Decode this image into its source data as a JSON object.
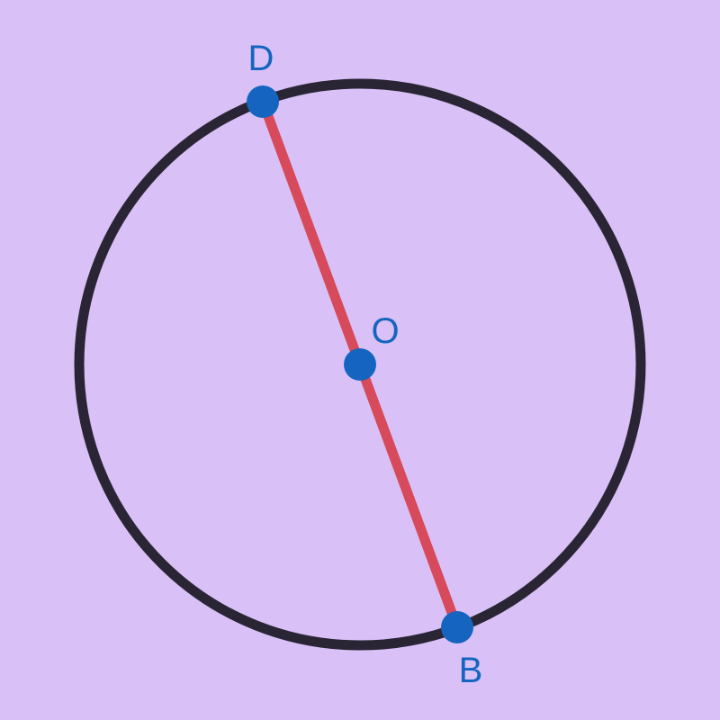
{
  "diagram": {
    "colors": {
      "background": "#d9c1f7",
      "circle_stroke": "#2a2535",
      "diameter_stroke": "#d64a5b",
      "point_fill": "#1565c0",
      "label_fill": "#1565c0"
    },
    "points": {
      "D": {
        "label": "D"
      },
      "O": {
        "label": "O"
      },
      "B": {
        "label": "B"
      }
    },
    "segments": [
      {
        "from": "D",
        "to": "B",
        "kind": "diameter"
      }
    ],
    "circle": {
      "center": "O",
      "through": [
        "D",
        "B"
      ]
    }
  }
}
